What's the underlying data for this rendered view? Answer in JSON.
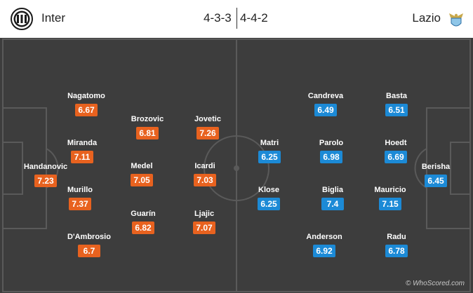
{
  "home": {
    "name": "Inter",
    "formation": "4-3-3",
    "logo_icon": "inter-crest-icon",
    "color": "#e8621f"
  },
  "away": {
    "name": "Lazio",
    "formation": "4-4-2",
    "logo_icon": "lazio-eagle-icon",
    "color": "#1c8ad6"
  },
  "home_players": [
    {
      "name": "Nagatomo",
      "rating": "6.67"
    },
    {
      "name": "Miranda",
      "rating": "7.11"
    },
    {
      "name": "Handanovic",
      "rating": "7.23"
    },
    {
      "name": "Murillo",
      "rating": "7.37"
    },
    {
      "name": "D'Ambrosio",
      "rating": "6.7"
    },
    {
      "name": "Brozovic",
      "rating": "6.81"
    },
    {
      "name": "Medel",
      "rating": "7.05"
    },
    {
      "name": "Guarín",
      "rating": "6.82"
    },
    {
      "name": "Jovetic",
      "rating": "7.26"
    },
    {
      "name": "Icardi",
      "rating": "7.03"
    },
    {
      "name": "Ljajic",
      "rating": "7.07"
    }
  ],
  "away_players": [
    {
      "name": "Matri",
      "rating": "6.25"
    },
    {
      "name": "Klose",
      "rating": "6.25"
    },
    {
      "name": "Candreva",
      "rating": "6.49"
    },
    {
      "name": "Parolo",
      "rating": "6.98"
    },
    {
      "name": "Biglia",
      "rating": "7.4"
    },
    {
      "name": "Anderson",
      "rating": "6.92"
    },
    {
      "name": "Basta",
      "rating": "6.51"
    },
    {
      "name": "Hoedt",
      "rating": "6.69"
    },
    {
      "name": "Mauricio",
      "rating": "7.15"
    },
    {
      "name": "Radu",
      "rating": "6.78"
    },
    {
      "name": "Berisha",
      "rating": "6.45"
    }
  ],
  "watermark": "© WhoScored.com"
}
